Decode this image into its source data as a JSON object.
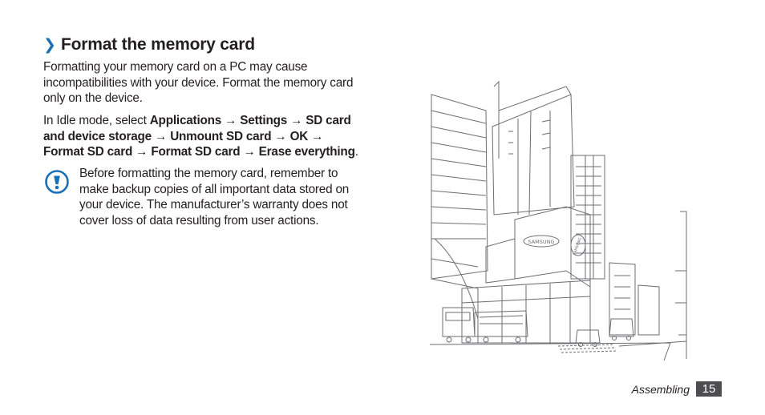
{
  "heading": {
    "title": "Format the memory card"
  },
  "intro": "Formatting your memory card on a PC may cause incompatibilities with your device. Format the memory card only on the device.",
  "instruction": {
    "prefix": "In Idle mode, select ",
    "steps": [
      "Applications",
      "Settings",
      "SD card and device storage",
      "Unmount SD card",
      "OK",
      "Format SD card",
      "Format SD card",
      "Erase everything"
    ],
    "separator": " → ",
    "suffix": "."
  },
  "note": {
    "icon": "caution-icon",
    "text": "Before formatting the memory card, remember to make backup copies of all important data stored on your device. The manufacturer’s warranty does not cover loss of data resulting from user actions."
  },
  "illustration": {
    "signs": [
      "SAMSUNG",
      "SAMSUNG"
    ]
  },
  "footer": {
    "section": "Assembling",
    "page": "15"
  },
  "colors": {
    "accent": "#1a6fb5",
    "text": "#231f20",
    "page_badge": "#4d4d4f"
  }
}
